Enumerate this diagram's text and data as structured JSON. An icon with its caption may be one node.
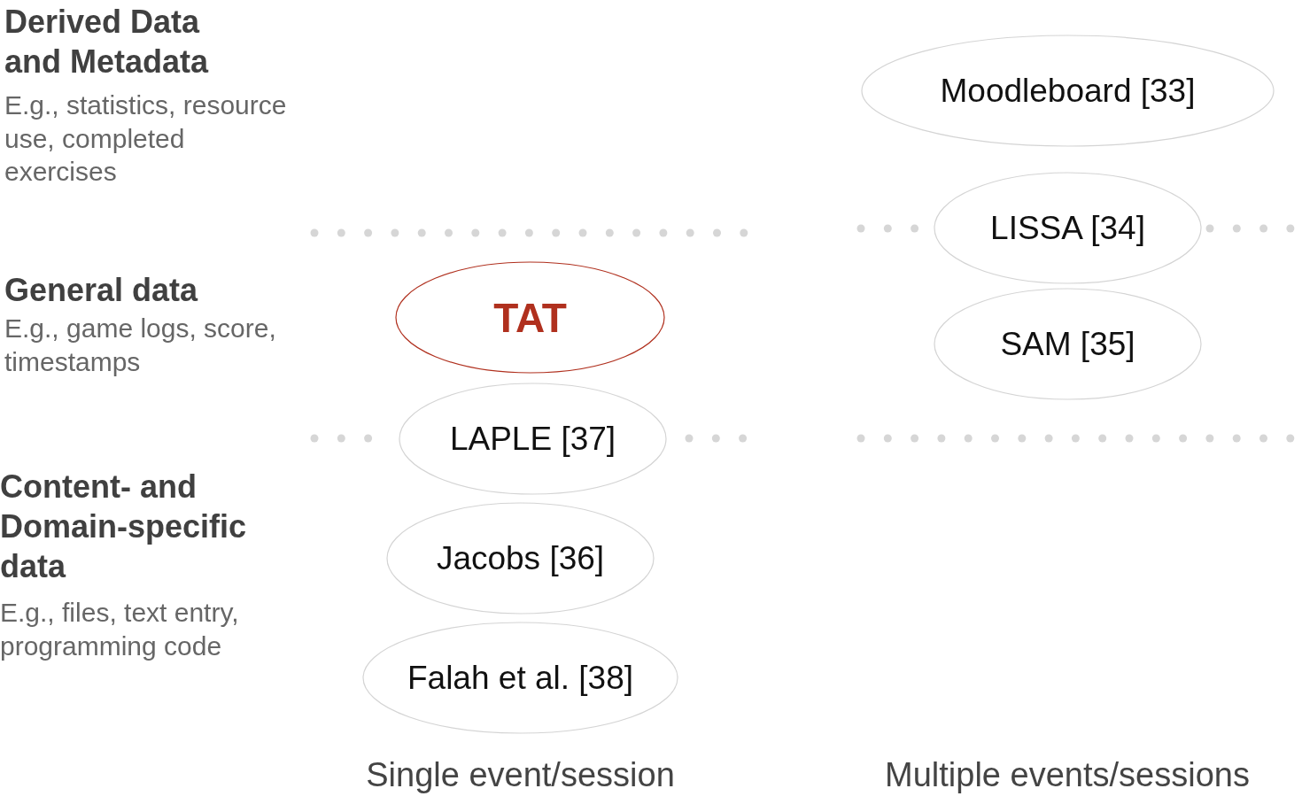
{
  "diagram": {
    "nodes": [
      {
        "text": [
          "Moodleboard [33]"
        ]
      },
      {
        "text": [
          "LISSA [34]"
        ]
      },
      {
        "text": [
          "TAT"
        ]
      },
      {
        "text": [
          "SAM [35]"
        ]
      },
      {
        "text": [
          "LAPLE [37]"
        ]
      },
      {
        "text": [
          "Jacobs [36]"
        ]
      },
      {
        "text": [
          "Falah et al. [38]"
        ]
      }
    ],
    "edges": [],
    "labels": [
      "Derived Data and Metadata",
      "E.g., statistics, resource use, completed exercises",
      "General data",
      "E.g., game logs, score, timestamps",
      "Content- and Domain-specific data",
      "E.g., files, text entry, programming code",
      "Single event/session",
      "Multiple events/sessions"
    ]
  }
}
